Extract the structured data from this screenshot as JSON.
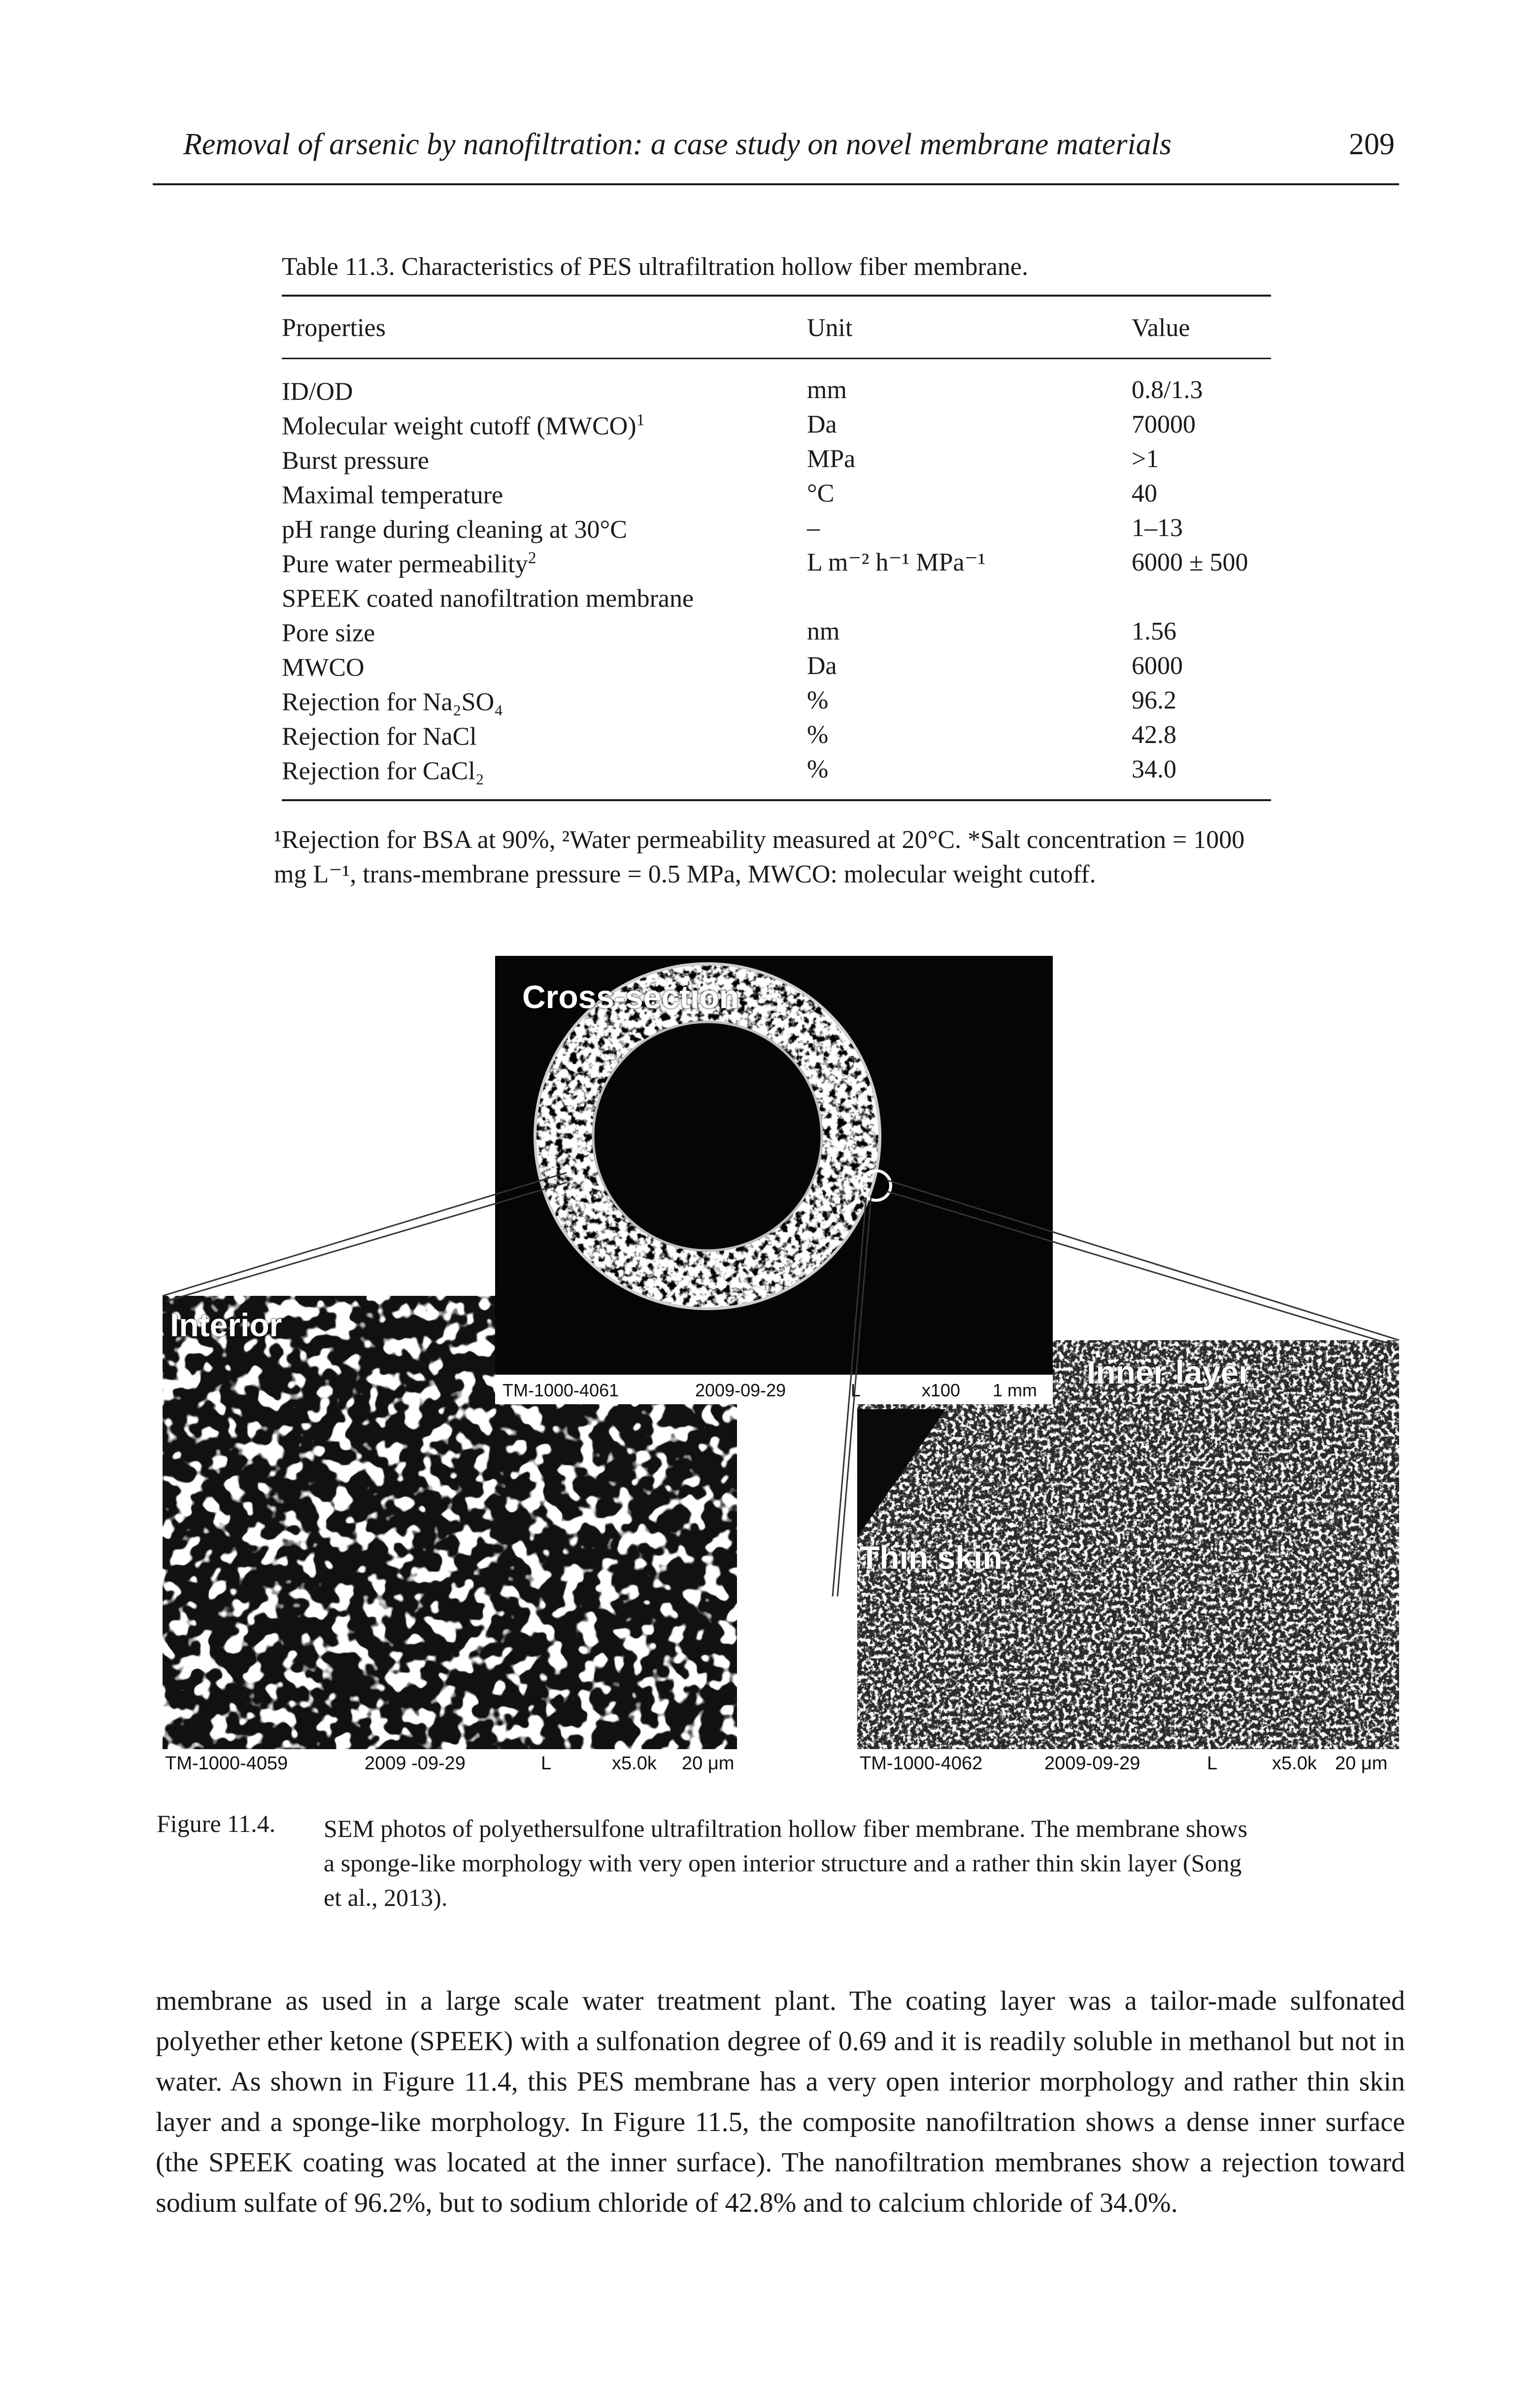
{
  "header": {
    "title": "Removal of arsenic by nanofiltration: a case study on novel membrane materials",
    "page_number": "209"
  },
  "table": {
    "caption": "Table 11.3.   Characteristics of PES ultrafiltration hollow fiber membrane.",
    "headers": [
      "Properties",
      "Unit",
      "Value"
    ],
    "rows": [
      {
        "property": "ID/OD",
        "sup": "",
        "unit": "mm",
        "value": "0.8/1.3"
      },
      {
        "property": "Molecular weight cutoff (MWCO)",
        "sup": "1",
        "unit": "Da",
        "value": "70000"
      },
      {
        "property": "Burst pressure",
        "sup": "",
        "unit": "MPa",
        "value": ">1"
      },
      {
        "property": "Maximal temperature",
        "sup": "",
        "unit": "°C",
        "value": "40"
      },
      {
        "property": "pH range during cleaning at 30°C",
        "sup": "",
        "unit": "–",
        "value": "1–13"
      },
      {
        "property": "Pure water permeability",
        "sup": "2",
        "unit": "L m⁻² h⁻¹ MPa⁻¹",
        "value": "6000 ± 500"
      },
      {
        "property": "SPEEK coated nanofiltration membrane",
        "sup": "",
        "unit": "",
        "value": ""
      },
      {
        "property": "Pore size",
        "sup": "",
        "unit": "nm",
        "value": "1.56"
      },
      {
        "property": "MWCO",
        "sup": "",
        "unit": "Da",
        "value": "6000"
      },
      {
        "property": "Rejection for Na₂SO₄",
        "sup": "",
        "unit": "%",
        "value": "96.2"
      },
      {
        "property": "Rejection for NaCl",
        "sup": "",
        "unit": "%",
        "value": "42.8"
      },
      {
        "property": "Rejection for CaCl₂",
        "sup": "",
        "unit": "%",
        "value": "34.0"
      }
    ],
    "footnote": "¹Rejection for BSA at 90%, ²Water permeability measured at 20°C. *Salt concentration = 1000 mg L⁻¹, trans-membrane pressure = 0.5 MPa, MWCO: molecular weight cutoff."
  },
  "figure": {
    "overlays": {
      "cross_section": "Cross-section",
      "interior": "Interior",
      "inner_layer": "Inner layer",
      "thin_skin": "Thin skin"
    },
    "top_bar": {
      "id": "TM-1000-4061",
      "date": "2009-09-29",
      "mode": "L",
      "mag": "x100",
      "scale": "1 mm"
    },
    "left_bar": {
      "id": "TM-1000-4059",
      "date": "2009 -09-29",
      "mode": "L",
      "mag": "x5.0k",
      "scale": "20 μm"
    },
    "right_bar": {
      "id": "TM-1000-4062",
      "date": "2009-09-29",
      "mode": "L",
      "mag": "x5.0k",
      "scale": "20 μm"
    },
    "caption_label": "Figure 11.4.",
    "caption_text": "SEM photos of polyethersulfone ultrafiltration hollow fiber membrane. The membrane shows a sponge-like morphology with very open interior structure and a rather thin skin layer (Song et al., 2013)."
  },
  "body_text": "membrane as used in a large scale water treatment plant. The coating layer was a tailor-made sulfonated polyether ether ketone (SPEEK) with a sulfonation degree of 0.69 and it is readily soluble in methanol but not in water. As shown in Figure 11.4, this PES membrane has a very open interior morphology and rather thin skin layer and a sponge-like morphology. In Figure 11.5, the composite nanofiltration shows a dense inner surface (the SPEEK coating was located at the inner surface). The nanofiltration membranes show a rejection toward sodium sulfate of 96.2%, but to sodium chloride of 42.8% and to calcium chloride of 34.0%."
}
